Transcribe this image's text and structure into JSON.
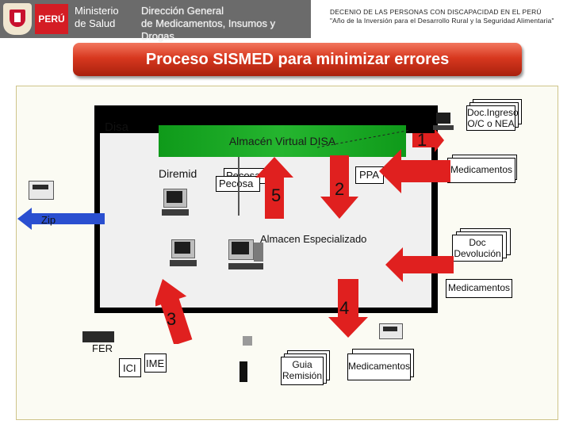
{
  "header": {
    "peru_label": "PERÚ",
    "ministry_line1": "Ministerio",
    "ministry_line2": "de Salud",
    "direction_line1": "Dirección General",
    "direction_line2": "de Medicamentos, Insumos y Drogas",
    "decenio_line1": "DECENIO DE LAS PERSONAS CON DISCAPACIDAD EN EL PERÚ",
    "decenio_line2": "\"Año de la Inversión para el Desarrollo Rural y la Seguridad Alimentaria\""
  },
  "title": "Proceso SISMED para minimizar errores",
  "labels": {
    "disa": "Disa",
    "almacen_virtual": "Almacén Virtual DISA",
    "diremid": "Diremid",
    "pecosa_back": "Pecosa",
    "pecosa_front": "Pecosa",
    "ppa": "PPA",
    "zip": "Zip",
    "almacen_especializado": "Almacen Especializado",
    "fer": "FER",
    "ici": "ICI",
    "ime": "IME",
    "doc_ingreso_line1": "Doc.Ingreso",
    "doc_ingreso_line2": "O/C o NEA",
    "medicamentos_top": "Medicamentos",
    "doc_devolucion_line1": "Doc",
    "doc_devolucion_line2": "Devolución",
    "medicamentos_mid": "Medicamentos",
    "guia_line1": "Guia",
    "guia_line2": "Remisión",
    "medicamentos_bottom": "Medicamentos"
  },
  "steps": {
    "one": "1",
    "two": "2",
    "three": "3",
    "four": "4",
    "five": "5"
  },
  "colors": {
    "arrow_red": "#e0201f",
    "title_red": "#d8381f",
    "virtual_green": "#1aa826",
    "zip_blue": "#2a4fd0"
  }
}
